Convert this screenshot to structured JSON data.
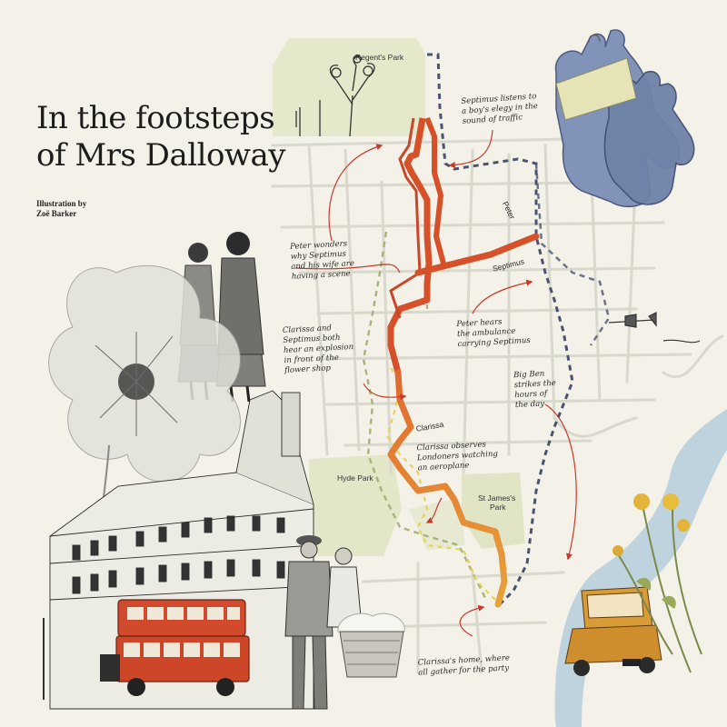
{
  "title": "In the footsteps of Mrs Dalloway",
  "credit": {
    "line1": "Illustration by",
    "line2": "Zoë Barker"
  },
  "parks": {
    "regents": "Regent's Park",
    "hyde": "Hyde Park",
    "st_james_line1": "St James's",
    "st_james_line2": "Park"
  },
  "routes": [
    {
      "name": "Peter",
      "color": "#4a5470",
      "style": "dashed"
    },
    {
      "name": "Septimus",
      "color": "#d6502a",
      "style": "solid"
    },
    {
      "name": "Clarissa",
      "color": "#e3a640",
      "style": "solid"
    }
  ],
  "annotations": {
    "a1": [
      "Septimus listens to",
      "a boy's elegy in the",
      "sound of traffic"
    ],
    "a2": [
      "Peter wonders",
      "why Septimus",
      "and his wife are",
      "having a scene"
    ],
    "a3": [
      "Clarissa and",
      "Septimus both",
      "hear an explosion",
      "in front of the",
      "flower shop"
    ],
    "a4": [
      "Peter hears",
      "the ambulance",
      "carrying Septimus"
    ],
    "a5": [
      "Big Ben",
      "strikes the",
      "hours of",
      "the day"
    ],
    "a6": [
      "Clarissa observes",
      "Londoners watching",
      "an aeroplane"
    ],
    "a7": [
      "Clarissa's home, where",
      "all gather for the party"
    ]
  },
  "colors": {
    "background": "#f4f1e8",
    "park": "#e6e8cd",
    "river": "#bfd3de",
    "annotation_arrow": "#c83a2a",
    "bus": "#d24a2c",
    "car": "#d99a38",
    "gloves": "#7d8fb0"
  },
  "illustrations": [
    "gloves-icon",
    "walking-women-icon",
    "anemone-flower-icon",
    "building-icon",
    "bus-icon",
    "men-icon",
    "car-icon",
    "yellow-flowers-icon",
    "aeroplane-icon",
    "tree-icon"
  ]
}
